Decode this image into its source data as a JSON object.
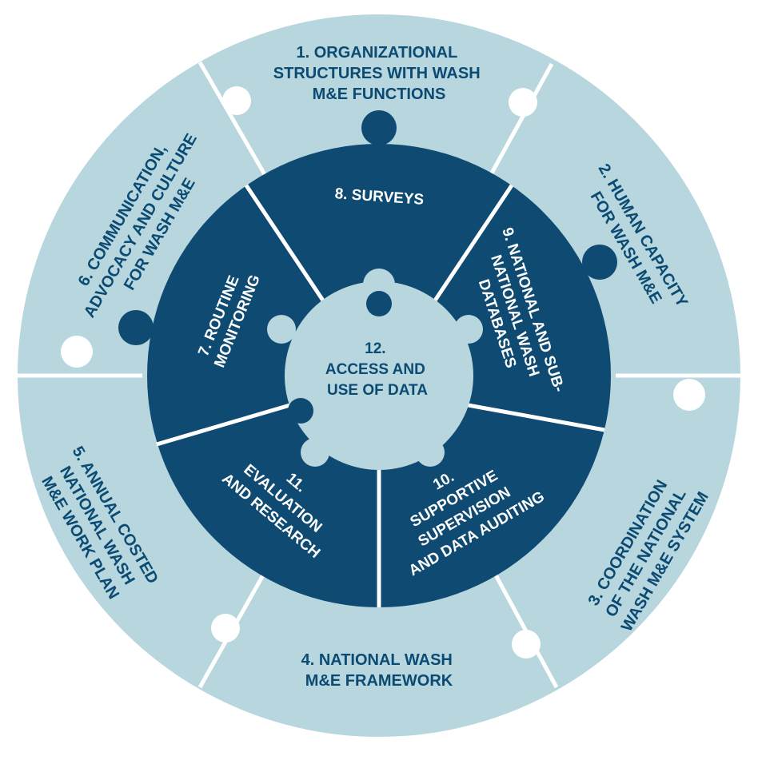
{
  "colors": {
    "outer_ring": "#b7d6de",
    "middle_ring": "#0e4a72",
    "center": "#b7d6de",
    "seams": "#ffffff",
    "outer_text": "#0b4a72",
    "middle_text": "#ffffff",
    "center_text": "#0b4a72"
  },
  "outer_ring": [
    {
      "id": "org-structures",
      "lines": [
        "1. ORGANIZATIONAL",
        "STRUCTURES WITH WASH",
        "M&E FUNCTIONS"
      ]
    },
    {
      "id": "human-capacity",
      "lines": [
        "2. HUMAN CAPACITY",
        "FOR WASH M&E"
      ]
    },
    {
      "id": "coordination",
      "lines": [
        "3. COORDINATION",
        "OF THE NATIONAL",
        "WASH M&E SYSTEM"
      ]
    },
    {
      "id": "national-framework",
      "lines": [
        "4. NATIONAL WASH",
        "M&E FRAMEWORK"
      ]
    },
    {
      "id": "annual-work-plan",
      "lines": [
        "5. ANNUAL COSTED",
        "NATIONAL WASH",
        "M&E WORK PLAN"
      ]
    },
    {
      "id": "communication",
      "lines": [
        "6. COMMUNICATION,",
        "ADVOCACY AND CULTURE",
        "FOR WASH M&E"
      ]
    }
  ],
  "middle_ring": [
    {
      "id": "routine-monitoring",
      "lines": [
        "7. ROUTINE",
        "MONITORING"
      ]
    },
    {
      "id": "surveys",
      "lines": [
        "8. SURVEYS"
      ]
    },
    {
      "id": "databases",
      "lines": [
        "9. NATIONAL AND SUB-",
        "NATIONAL WASH",
        "DATABASES"
      ]
    },
    {
      "id": "supervision",
      "lines": [
        "10.",
        "SUPPORTIVE",
        "SUPERVISION",
        "AND DATA AUDITING"
      ]
    },
    {
      "id": "evaluation",
      "lines": [
        "11.",
        "EVALUATION",
        "AND RESEARCH"
      ]
    }
  ],
  "center": {
    "id": "access-use-data",
    "lines": [
      "12.",
      "ACCESS AND",
      "USE OF DATA"
    ]
  }
}
